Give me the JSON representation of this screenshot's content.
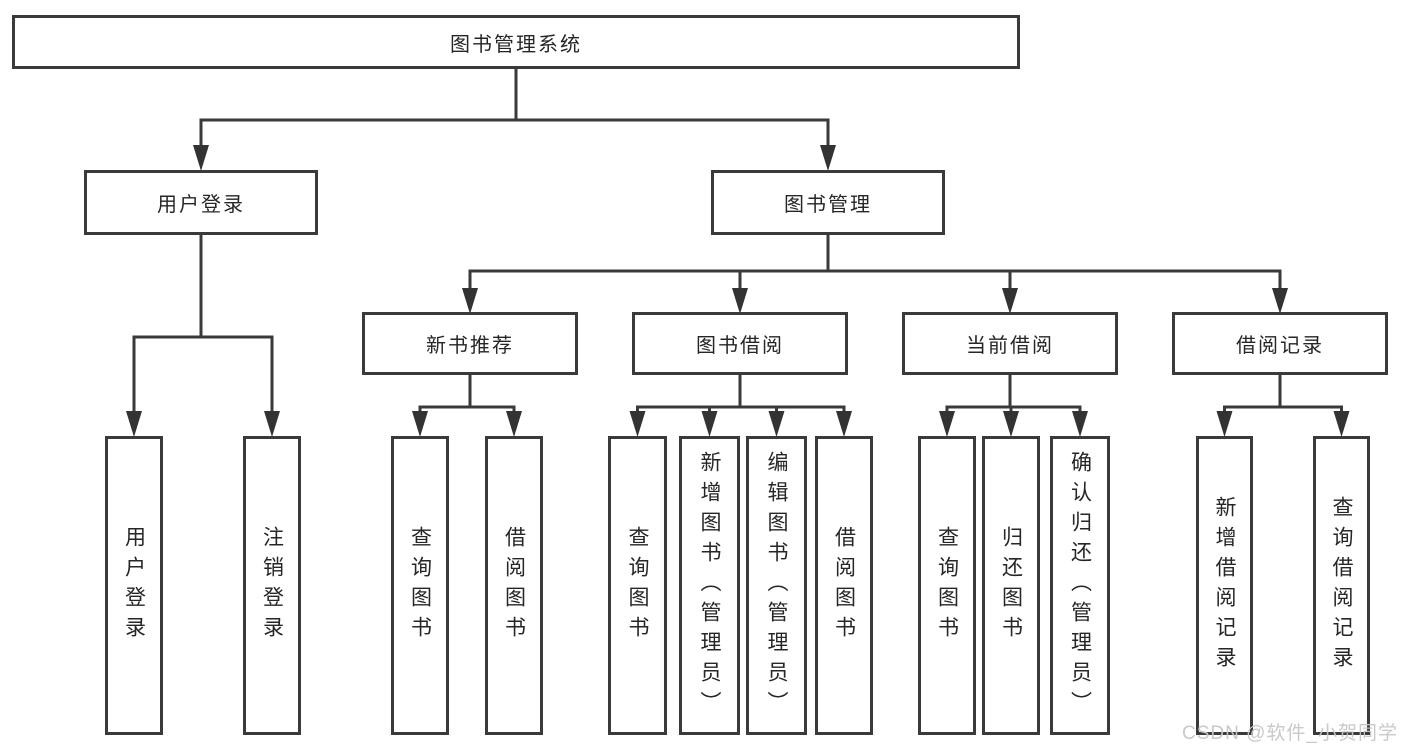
{
  "root": {
    "label": "图书管理系统"
  },
  "branches": [
    {
      "label": "用户登录",
      "leaves": [
        {
          "label": "用户登录"
        },
        {
          "label": "注销登录"
        }
      ]
    },
    {
      "label": "图书管理",
      "groups": [
        {
          "label": "新书推荐",
          "leaves": [
            {
              "label": "查询图书"
            },
            {
              "label": "借阅图书"
            }
          ]
        },
        {
          "label": "图书借阅",
          "leaves": [
            {
              "label": "查询图书"
            },
            {
              "label": "新增图书（管理员）"
            },
            {
              "label": "编辑图书（管理员）"
            },
            {
              "label": "借阅图书"
            }
          ]
        },
        {
          "label": "当前借阅",
          "leaves": [
            {
              "label": "查询图书"
            },
            {
              "label": "归还图书"
            },
            {
              "label": "确认归还（管理员）"
            }
          ]
        },
        {
          "label": "借阅记录",
          "leaves": [
            {
              "label": "新增借阅记录"
            },
            {
              "label": "查询借阅记录"
            }
          ]
        }
      ]
    }
  ],
  "watermark": {
    "text": "CSDN @软件_小贺同学"
  },
  "colors": {
    "line": "#3a3a3a",
    "text": "#262626",
    "watermark": "#c6c6c6",
    "background": "#ffffff"
  }
}
